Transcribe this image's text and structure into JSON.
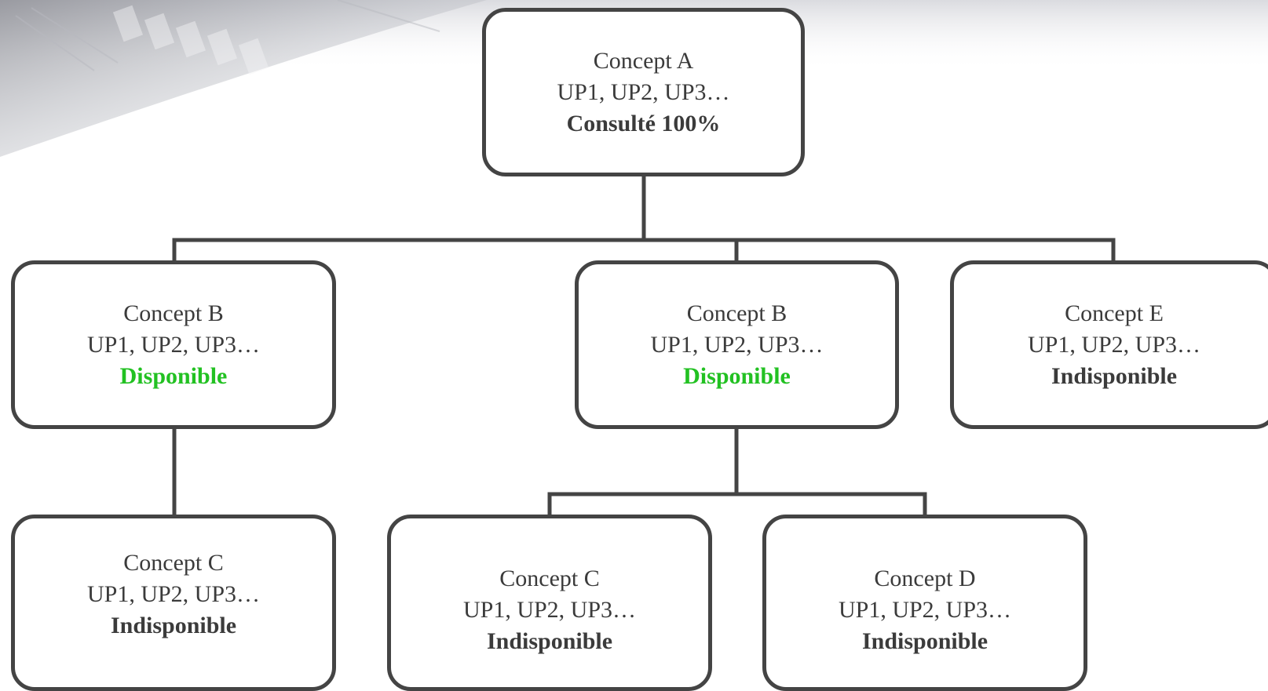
{
  "colors": {
    "border": "#444444",
    "text": "#3b3b3b",
    "available": "#22c122",
    "background": "#ffffff"
  },
  "nodes": {
    "a": {
      "title": "Concept A",
      "ups": "UP1, UP2, UP3…",
      "status": "Consulté 100%"
    },
    "b1": {
      "title": "Concept B",
      "ups": "UP1, UP2, UP3…",
      "status": "Disponible"
    },
    "b2": {
      "title": "Concept B",
      "ups": "UP1, UP2, UP3…",
      "status": "Disponible"
    },
    "e": {
      "title": "Concept E",
      "ups": "UP1, UP2, UP3…",
      "status": "Indisponible"
    },
    "c1": {
      "title": "Concept C",
      "ups": "UP1, UP2, UP3…",
      "status": "Indisponible"
    },
    "c2": {
      "title": "Concept C",
      "ups": "UP1, UP2, UP3…",
      "status": "Indisponible"
    },
    "d": {
      "title": "Concept D",
      "ups": "UP1, UP2, UP3…",
      "status": "Indisponible"
    }
  },
  "edges": [
    {
      "from": "Concept A",
      "to": "Concept B"
    },
    {
      "from": "Concept A",
      "to": "Concept B"
    },
    {
      "from": "Concept A",
      "to": "Concept E"
    },
    {
      "from": "Concept B",
      "to": "Concept C"
    },
    {
      "from": "Concept B",
      "to": "Concept C"
    },
    {
      "from": "Concept B",
      "to": "Concept D"
    }
  ]
}
